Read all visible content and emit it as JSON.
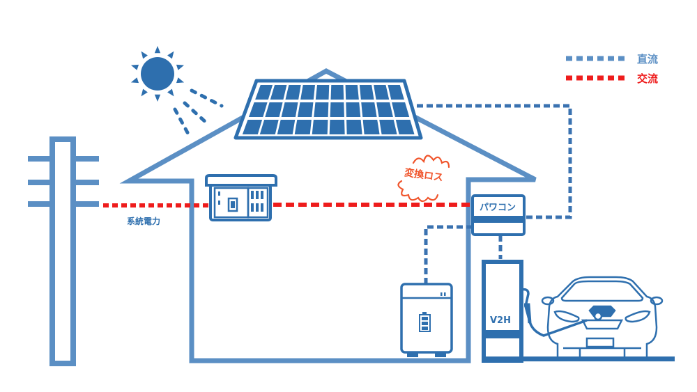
{
  "colors": {
    "house_line": "#5b8fc4",
    "equipment": "#2e6fae",
    "dc_line": "#3a72b0",
    "ac_line": "#ee1c1c",
    "loss_text": "#f0552c",
    "background": "#ffffff"
  },
  "legend": {
    "dc_label": "直流",
    "ac_label": "交流"
  },
  "labels": {
    "grid_power": "系統電力",
    "conversion_loss": "変換ロス",
    "power_conditioner": "パワコン",
    "v2h": "V2H"
  },
  "icons": {
    "sun": "sun-icon",
    "solar_panel": "solar-panel-icon",
    "utility_pole": "utility-pole-icon",
    "distribution_board": "distribution-board-icon",
    "storage_battery": "storage-battery-icon",
    "battery_level": "battery-level-icon",
    "ev_car": "electric-car-icon",
    "charger": "v2h-charger-icon"
  },
  "battery": {
    "bars_filled": 3,
    "bars_total": 3
  }
}
